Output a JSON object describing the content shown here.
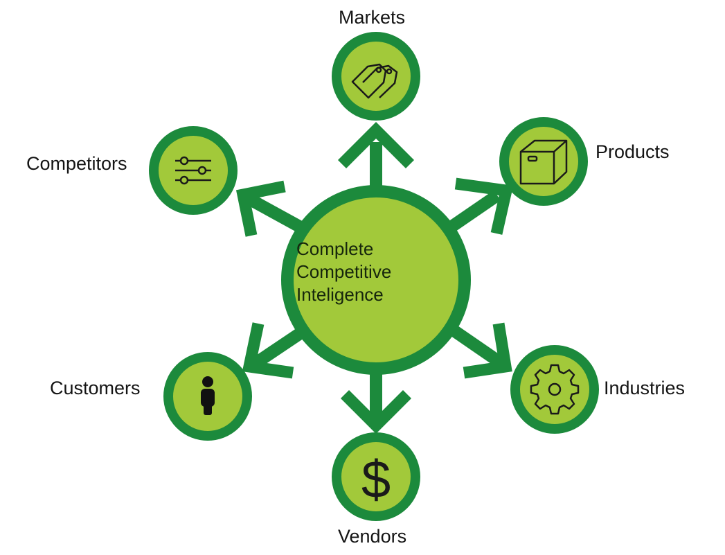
{
  "colors": {
    "ring": "#1c8a3c",
    "fill": "#a2c93a",
    "icon": "#1a1a1a",
    "background": "#ffffff"
  },
  "center": {
    "line1": "Complete",
    "line2": "Competitive",
    "line3": "Inteligence"
  },
  "nodes": [
    {
      "id": "markets",
      "label": "Markets",
      "icon": "price-tags-icon"
    },
    {
      "id": "products",
      "label": "Products",
      "icon": "box-icon"
    },
    {
      "id": "industries",
      "label": "Industries",
      "icon": "gear-icon"
    },
    {
      "id": "vendors",
      "label": "Vendors",
      "icon": "dollar-sign-icon"
    },
    {
      "id": "customers",
      "label": "Customers",
      "icon": "person-icon"
    },
    {
      "id": "competitors",
      "label": "Competitors",
      "icon": "sliders-icon"
    }
  ]
}
